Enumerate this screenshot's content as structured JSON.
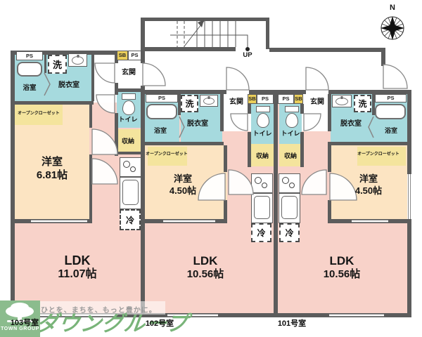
{
  "plan": {
    "compass": "N",
    "stairs_up": "UP",
    "labels": {
      "ps": "PS",
      "sb": "SB",
      "entrance": "玄関",
      "toilet": "トイレ",
      "storage": "収納",
      "bath": "浴室",
      "dressing": "脱衣室",
      "washer": "洗",
      "fridge": "冷",
      "open_closet": "オープンクローゼット",
      "bedroom": "洋室",
      "ldk": "LDK"
    },
    "units": [
      {
        "number": "103号室",
        "bedroom_size": "6.81帖",
        "ldk_size": "11.07帖"
      },
      {
        "number": "102号室",
        "bedroom_size": "4.50帖",
        "ldk_size": "10.56帖"
      },
      {
        "number": "101号室",
        "bedroom_size": "4.50帖",
        "ldk_size": "10.56帖"
      }
    ]
  },
  "branding": {
    "tagline": "ひとを、まちを、もっと豊かに。",
    "company": "ダウングループ",
    "logo": "TOWN GROUP"
  },
  "colors": {
    "wall": "#5c5c5c",
    "wet_room": "#a6dade",
    "bedroom": "#fce4c2",
    "ldk": "#f8d2c9",
    "closet": "#f4e49d",
    "shoe_box": "#eace5a",
    "brand_green": "#79b479"
  }
}
